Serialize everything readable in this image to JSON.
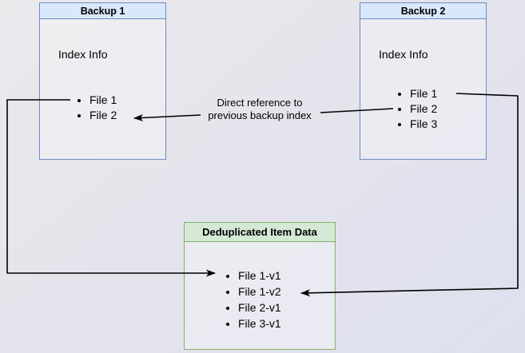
{
  "backup1": {
    "title": "Backup 1",
    "subtitle": "Index Info",
    "files": [
      "File 1",
      "File 2"
    ]
  },
  "backup2": {
    "title": "Backup 2",
    "subtitle": "Index Info",
    "files": [
      "File 1",
      "File 2",
      "File 3"
    ]
  },
  "dedup": {
    "title": "Deduplicated Item Data",
    "files": [
      "File 1-v1",
      "File 1-v2",
      "File 2-v1",
      "File 3-v1"
    ]
  },
  "label": {
    "line1": "Direct reference to",
    "line2": "previous backup index"
  },
  "connectors": [
    {
      "from": "Backup 1 / File 1",
      "to": "Deduplicated Item Data / File 1-v1"
    },
    {
      "from": "Backup 2 / File 1",
      "to": "Deduplicated Item Data / File 1-v2"
    },
    {
      "from": "Backup 2 / File 2",
      "to": "Backup 1 / File 2",
      "label": "Direct reference to previous backup index"
    }
  ],
  "colors": {
    "blue_header_fill": "#dae8fc",
    "blue_border": "#6c8ebf",
    "green_header_fill": "#d5e8d4",
    "green_border": "#82b366",
    "arrow": "#000000",
    "canvas_top": "#eae9ec",
    "canvas_bottom": "#dee0f0"
  }
}
